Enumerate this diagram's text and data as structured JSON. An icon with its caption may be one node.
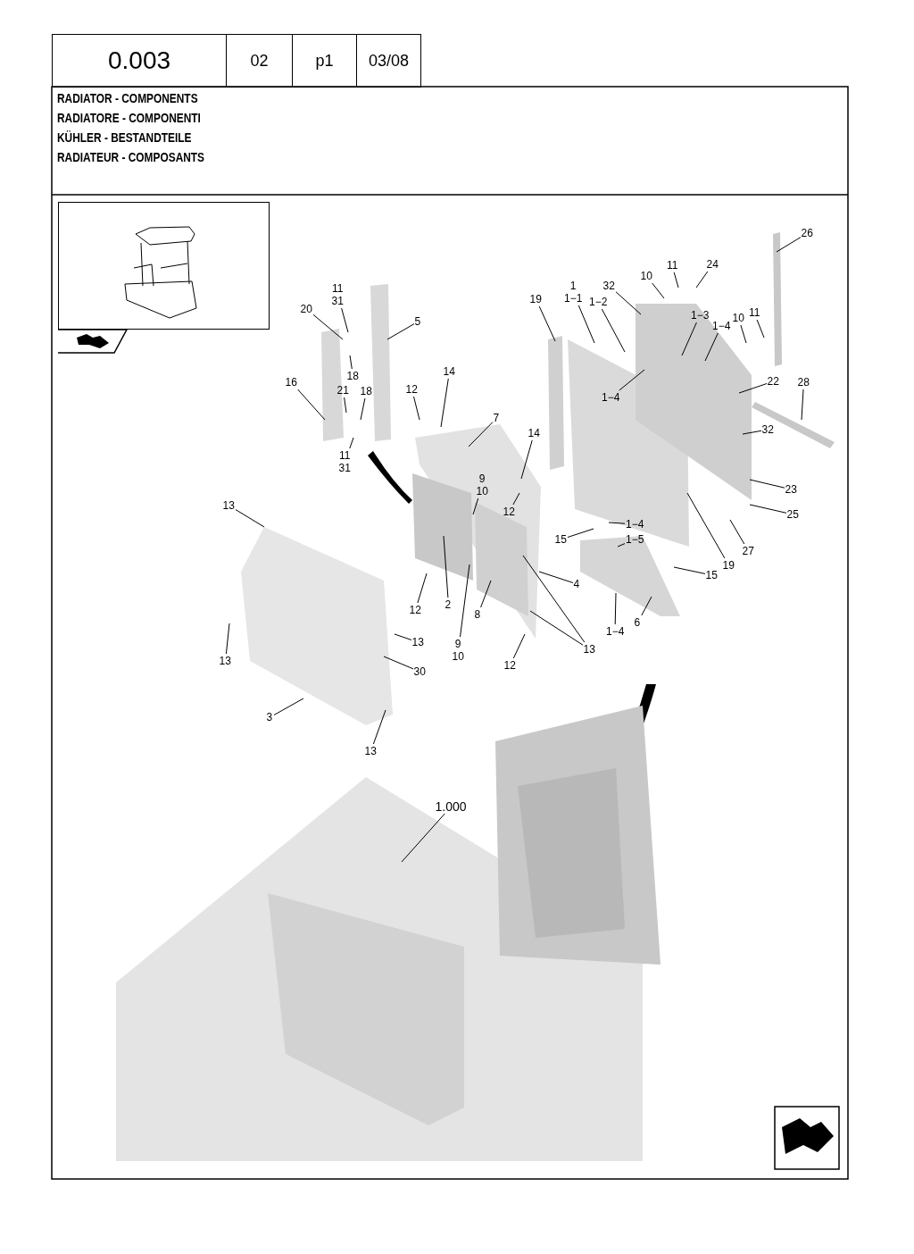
{
  "diagram": {
    "nodes": [
      {
        "text": [
          "11",
          "31"
        ]
      },
      {
        "text": [
          "20"
        ]
      },
      {
        "text": [
          "5"
        ]
      },
      {
        "text": [
          "18"
        ]
      },
      {
        "text": [
          "16"
        ]
      },
      {
        "text": [
          "21"
        ]
      },
      {
        "text": [
          "18"
        ]
      },
      {
        "text": [
          "11",
          "31"
        ]
      },
      {
        "text": [
          "12"
        ]
      },
      {
        "text": [
          "14"
        ]
      },
      {
        "text": [
          "7"
        ]
      },
      {
        "text": [
          "14"
        ]
      },
      {
        "text": [
          "9",
          "10"
        ]
      },
      {
        "text": [
          "12"
        ]
      },
      {
        "text": [
          "13"
        ]
      },
      {
        "text": [
          "19"
        ]
      },
      {
        "text": [
          "1",
          "1−1"
        ]
      },
      {
        "text": [
          "1−2"
        ]
      },
      {
        "text": [
          "32"
        ]
      },
      {
        "text": [
          "10"
        ]
      },
      {
        "text": [
          "11"
        ]
      },
      {
        "text": [
          "24"
        ]
      },
      {
        "text": [
          "26"
        ]
      },
      {
        "text": [
          "1−3"
        ]
      },
      {
        "text": [
          "10"
        ]
      },
      {
        "text": [
          "11"
        ]
      },
      {
        "text": [
          "1−4"
        ]
      },
      {
        "text": [
          "1−4"
        ]
      },
      {
        "text": [
          "22"
        ]
      },
      {
        "text": [
          "28"
        ]
      },
      {
        "text": [
          "32"
        ]
      },
      {
        "text": [
          "23"
        ]
      },
      {
        "text": [
          "25"
        ]
      },
      {
        "text": [
          "27"
        ]
      },
      {
        "text": [
          "1−4"
        ]
      },
      {
        "text": [
          "15"
        ]
      },
      {
        "text": [
          "1−5"
        ]
      },
      {
        "text": [
          "15"
        ]
      },
      {
        "text": [
          "19"
        ]
      },
      {
        "text": [
          "4"
        ]
      },
      {
        "text": [
          "1−4"
        ]
      },
      {
        "text": [
          "6"
        ]
      },
      {
        "text": [
          "13"
        ]
      },
      {
        "text": [
          "12"
        ]
      },
      {
        "text": [
          "2"
        ]
      },
      {
        "text": [
          "8"
        ]
      },
      {
        "text": [
          "9",
          "10"
        ]
      },
      {
        "text": [
          "12"
        ]
      },
      {
        "text": [
          "13"
        ]
      },
      {
        "text": [
          "13"
        ]
      },
      {
        "text": [
          "30"
        ]
      },
      {
        "text": [
          "3"
        ]
      },
      {
        "text": [
          "13"
        ]
      },
      {
        "text": [
          "1.000"
        ]
      }
    ],
    "edges": [
      {
        "from": 0,
        "to": null,
        "arrow": "none"
      },
      {
        "from": 1,
        "to": null,
        "arrow": "none"
      },
      {
        "from": 2,
        "to": null,
        "arrow": "none"
      },
      {
        "from": 3,
        "to": null,
        "arrow": "none"
      },
      {
        "from": 4,
        "to": null,
        "arrow": "none"
      },
      {
        "from": 5,
        "to": null,
        "arrow": "none"
      },
      {
        "from": 6,
        "to": null,
        "arrow": "none"
      },
      {
        "from": 7,
        "to": null,
        "arrow": "none"
      },
      {
        "from": 8,
        "to": null,
        "arrow": "none"
      },
      {
        "from": 9,
        "to": null,
        "arrow": "none"
      },
      {
        "from": 10,
        "to": null,
        "arrow": "none"
      },
      {
        "from": 11,
        "to": null,
        "arrow": "none"
      },
      {
        "from": 12,
        "to": null,
        "arrow": "none"
      },
      {
        "from": 13,
        "to": null,
        "arrow": "none"
      },
      {
        "from": 14,
        "to": null,
        "arrow": "none"
      },
      {
        "from": 15,
        "to": null,
        "arrow": "none"
      },
      {
        "from": 16,
        "to": null,
        "arrow": "none"
      },
      {
        "from": 17,
        "to": null,
        "arrow": "none"
      },
      {
        "from": 18,
        "to": null,
        "arrow": "none"
      },
      {
        "from": 19,
        "to": null,
        "arrow": "none"
      },
      {
        "from": 20,
        "to": null,
        "arrow": "none"
      },
      {
        "from": 21,
        "to": null,
        "arrow": "none"
      },
      {
        "from": 22,
        "to": null,
        "arrow": "none"
      },
      {
        "from": 23,
        "to": null,
        "arrow": "none"
      },
      {
        "from": 24,
        "to": null,
        "arrow": "none"
      },
      {
        "from": 25,
        "to": null,
        "arrow": "none"
      },
      {
        "from": 26,
        "to": null,
        "arrow": "none"
      },
      {
        "from": 27,
        "to": null,
        "arrow": "none"
      },
      {
        "from": 28,
        "to": null,
        "arrow": "none"
      },
      {
        "from": 29,
        "to": null,
        "arrow": "none"
      },
      {
        "from": 30,
        "to": null,
        "arrow": "none"
      },
      {
        "from": 31,
        "to": null,
        "arrow": "none"
      },
      {
        "from": 32,
        "to": null,
        "arrow": "none"
      },
      {
        "from": 33,
        "to": null,
        "arrow": "none"
      },
      {
        "from": 34,
        "to": null,
        "arrow": "none"
      },
      {
        "from": 35,
        "to": null,
        "arrow": "none"
      },
      {
        "from": 36,
        "to": null,
        "arrow": "none"
      },
      {
        "from": 37,
        "to": null,
        "arrow": "none"
      },
      {
        "from": 38,
        "to": null,
        "arrow": "none"
      },
      {
        "from": 39,
        "to": null,
        "arrow": "none"
      },
      {
        "from": 40,
        "to": null,
        "arrow": "none"
      },
      {
        "from": 41,
        "to": null,
        "arrow": "none"
      },
      {
        "from": 42,
        "to": null,
        "arrow": "none"
      },
      {
        "from": 42,
        "to": null,
        "arrow": "none"
      },
      {
        "from": 43,
        "to": null,
        "arrow": "none"
      },
      {
        "from": 44,
        "to": null,
        "arrow": "none"
      },
      {
        "from": 45,
        "to": null,
        "arrow": "none"
      },
      {
        "from": 46,
        "to": null,
        "arrow": "none"
      },
      {
        "from": 47,
        "to": null,
        "arrow": "none"
      },
      {
        "from": 48,
        "to": null,
        "arrow": "none"
      },
      {
        "from": 49,
        "to": null,
        "arrow": "none"
      },
      {
        "from": 50,
        "to": null,
        "arrow": "none"
      },
      {
        "from": 51,
        "to": null,
        "arrow": "none"
      },
      {
        "from": 52,
        "to": null,
        "arrow": "none"
      },
      {
        "from": 53,
        "to": null,
        "arrow": "none"
      }
    ],
    "labels": [
      "0.003",
      "02",
      "p1",
      "03/08",
      "RADIATOR - COMPONENTS",
      "RADIATORE - COMPONENTI",
      "KÜHLER - BESTANDTEILE",
      "RADIATEUR - COMPOSANTS"
    ]
  }
}
